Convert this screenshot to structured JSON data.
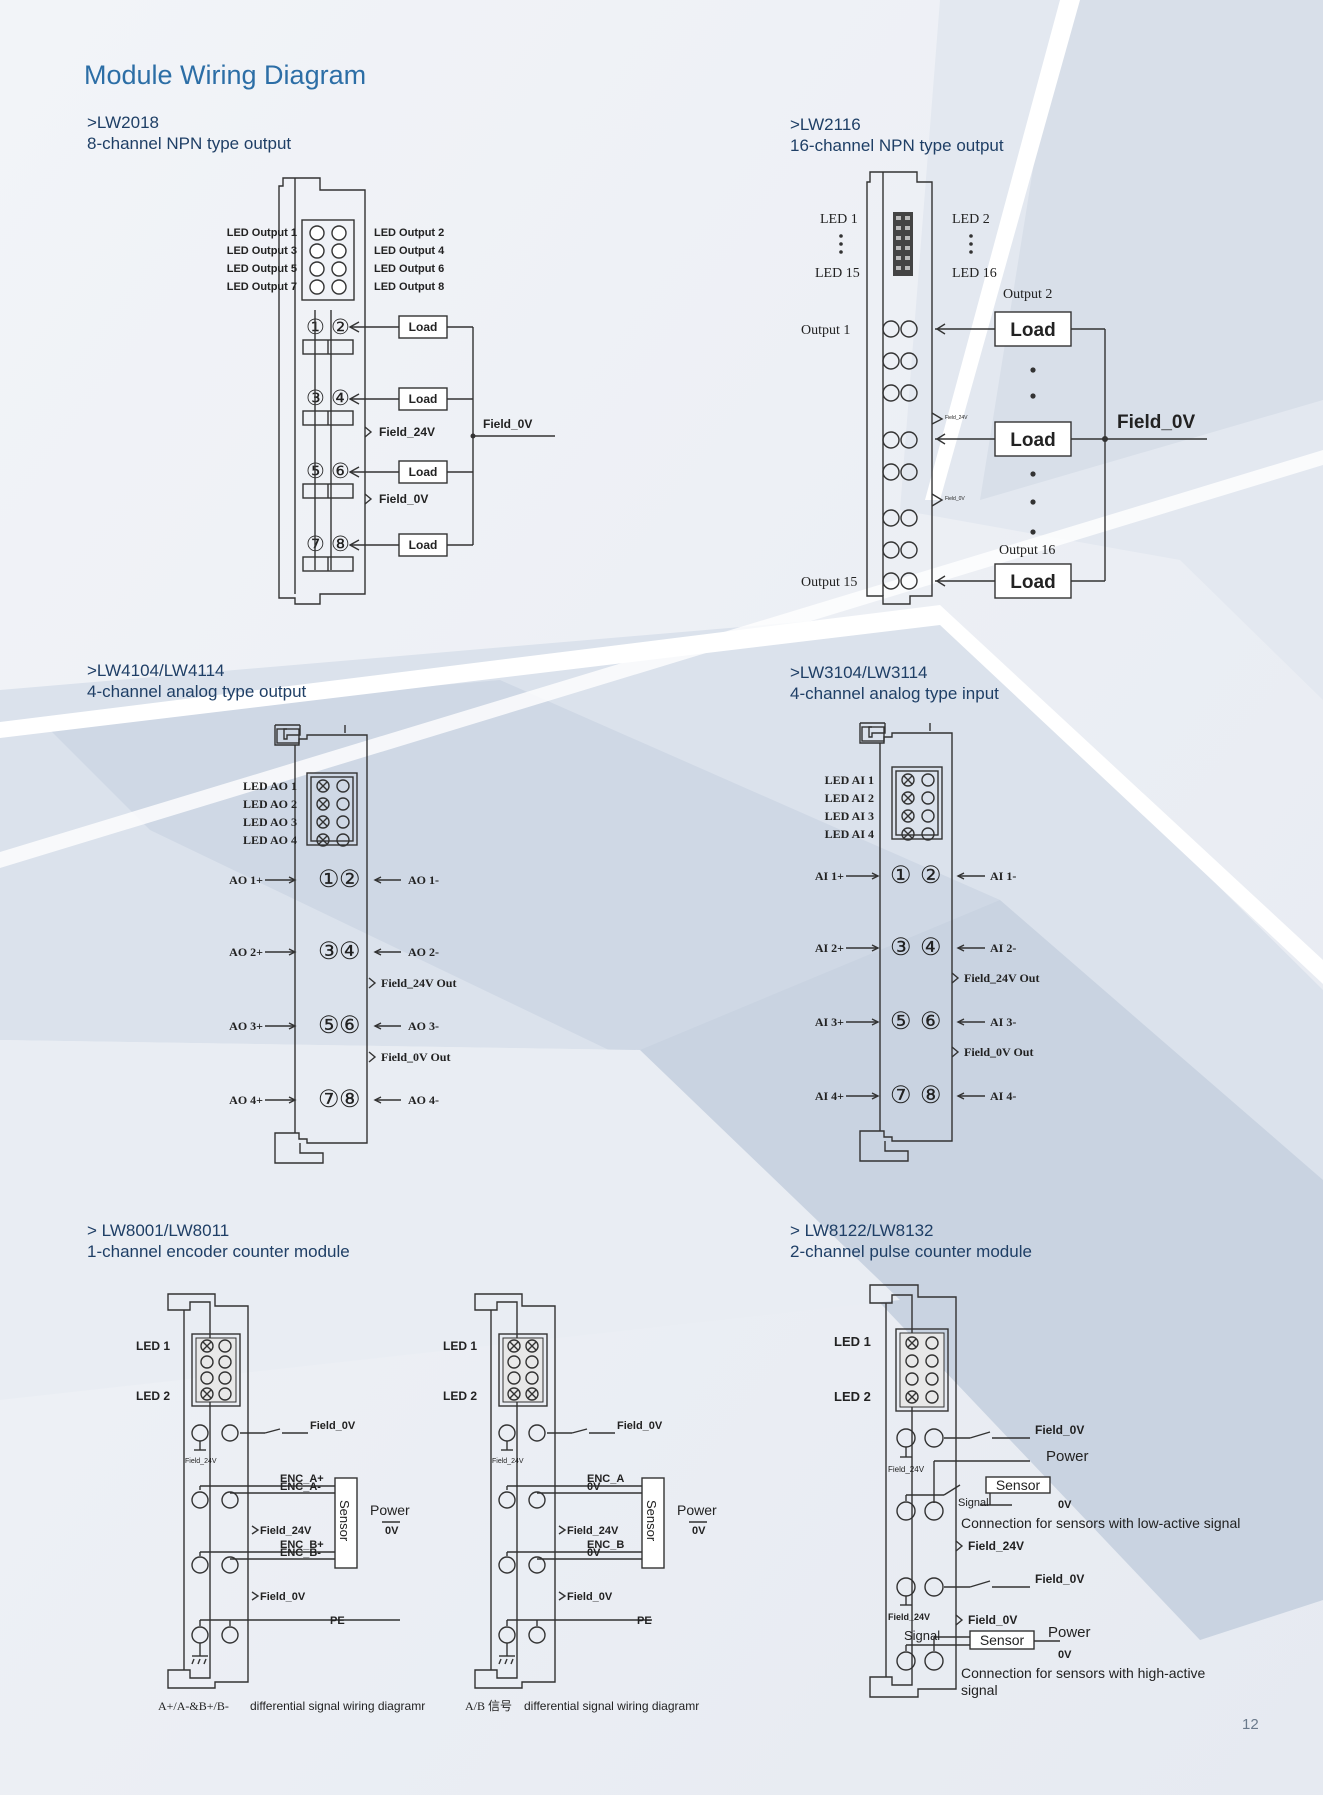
{
  "page": {
    "title": "Module Wiring Diagram",
    "page_number": "12"
  },
  "sections": {
    "lw2018": {
      "code": ">LW2018",
      "desc": "8-channel NPN type output",
      "led_left": [
        "LED Output 1",
        "LED Output 3",
        "LED Output 5",
        "LED Output 7"
      ],
      "led_right": [
        "LED Output 2",
        "LED Output 4",
        "LED Output 6",
        "LED Output 8"
      ],
      "load": "Load",
      "field24": "Field_24V",
      "field0": "Field_0V",
      "field0_bus": "Field_0V",
      "pins": [
        "①",
        "②",
        "③",
        "④",
        "⑤",
        "⑥",
        "⑦",
        "⑧"
      ]
    },
    "lw2116": {
      "code": ">LW2116",
      "desc": "16-channel NPN type output",
      "led1": "LED 1",
      "led2": "LED 2",
      "led15": "LED 15",
      "led16": "LED 16",
      "output1": "Output 1",
      "output2": "Output 2",
      "output15": "Output 15",
      "output16": "Output 16",
      "load": "Load",
      "field0": "Field_0V",
      "field24_small": "Field_24V",
      "field0_small": "Field_0V"
    },
    "lw4104": {
      "code": ">LW4104/LW4114",
      "desc": "4-channel analog type output",
      "leds": [
        "LED AO 1",
        "LED AO 2",
        "LED AO 3",
        "LED AO 4"
      ],
      "left": [
        "AO 1+",
        "AO 2+",
        "AO 3+",
        "AO 4+"
      ],
      "right": [
        "AO 1-",
        "AO 2-",
        "AO 3-",
        "AO 4-"
      ],
      "field24": "Field_24V Out",
      "field0": "Field_0V Out",
      "pins": [
        "①",
        "②",
        "③",
        "④",
        "⑤",
        "⑥",
        "⑦",
        "⑧"
      ]
    },
    "lw3104": {
      "code": ">LW3104/LW3114",
      "desc": "4-channel analog type input",
      "leds": [
        "LED AI 1",
        "LED AI 2",
        "LED AI 3",
        "LED AI 4"
      ],
      "left": [
        "AI 1+",
        "AI 2+",
        "AI 3+",
        "AI 4+"
      ],
      "right": [
        "AI 1-",
        "AI 2-",
        "AI 3-",
        "AI 4-"
      ],
      "field24": "Field_24V Out",
      "field0": "Field_0V Out",
      "pins": [
        "①",
        "②",
        "③",
        "④",
        "⑤",
        "⑥",
        "⑦",
        "⑧"
      ]
    },
    "lw8001": {
      "code": "> LW8001/LW8011",
      "desc": "1-channel encoder counter module",
      "a": {
        "led1": "LED 1",
        "led2": "LED 2",
        "field0_top": "Field_0V",
        "field24_small": "Field_24V",
        "sig1": "ENC_A+",
        "sig2": "ENC_A-",
        "sig3": "ENC_B+",
        "sig4": "ENC_B-",
        "field24": "Field_24V",
        "field0": "Field_0V",
        "sensor": "Sensor",
        "power": "Power",
        "zero_v": "0V",
        "pe": "PE",
        "caption_prefix": "A+/A-&B+/B-",
        "caption": "differential signal wiring diagramr"
      },
      "b": {
        "led1": "LED 1",
        "led2": "LED 2",
        "field0_top": "Field_0V",
        "field24_small": "Field_24V",
        "sig1": "ENC_A",
        "sig2": "0V",
        "sig3": "ENC_B",
        "sig4": "0V",
        "field24": "Field_24V",
        "field0": "Field_0V",
        "sensor": "Sensor",
        "power": "Power",
        "zero_v": "0V",
        "pe": "PE",
        "caption_prefix": "A/B 信号",
        "caption": "differential signal wiring diagramr"
      }
    },
    "lw8122": {
      "code": "> LW8122/LW8132",
      "desc": "2-channel pulse counter module",
      "led1": "LED 1",
      "led2": "LED 2",
      "field0": "Field_0V",
      "field24_small": "Field_24V",
      "power": "Power",
      "sensor": "Sensor",
      "signal": "Signal",
      "zero_v": "0V",
      "note_low": "Connection for sensors with low-active signal",
      "field24": "Field_24V",
      "field0_b": "Field_0V",
      "field24_small_b": "Field_24V",
      "field0_c": "Field_0V",
      "note_high_1": "Connection for sensors with high-active",
      "note_high_2": "signal"
    }
  }
}
